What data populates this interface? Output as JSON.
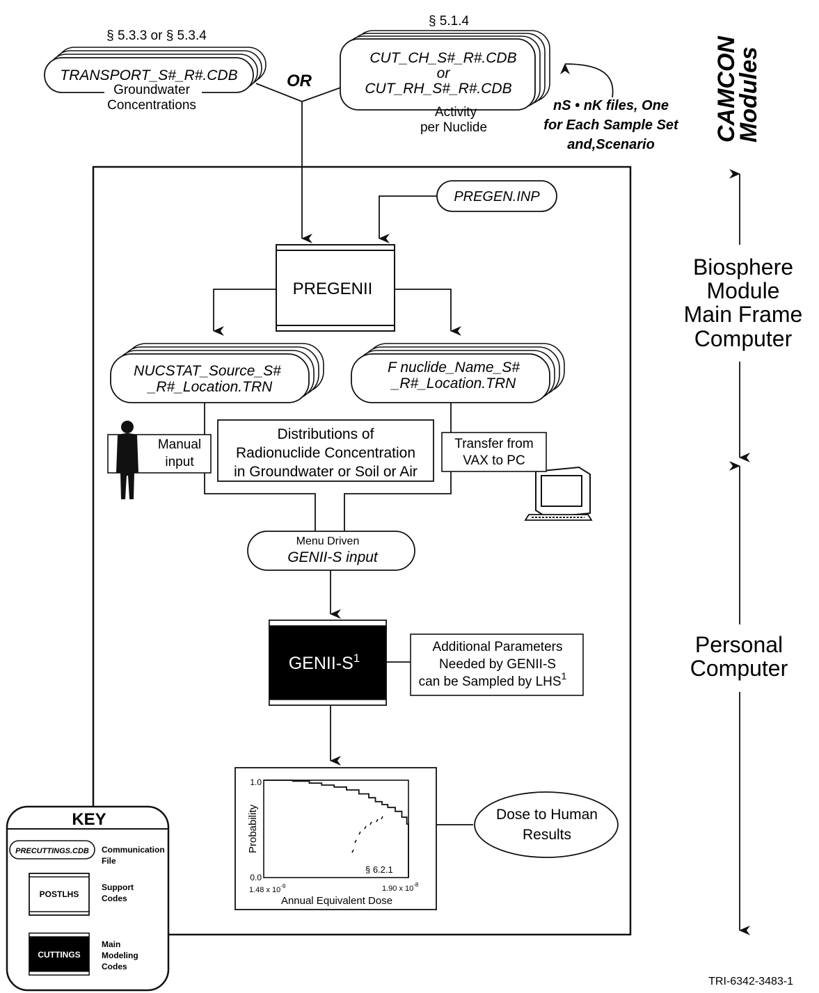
{
  "top_left": {
    "section_ref": "§ 5.3.3 or § 5.3.4",
    "file": "TRANSPORT_S#_R#.CDB",
    "caption_line1": "Groundwater",
    "caption_line2": "Concentrations"
  },
  "or_label": "OR",
  "top_right": {
    "section_ref": "§ 5.1.4",
    "file_line1": "CUT_CH_S#_R#.CDB",
    "file_or": "or",
    "file_line2": "CUT_RH_S#_R#.CDB",
    "caption_line1": "Activity",
    "caption_line2": "per Nuclide"
  },
  "files_note": {
    "line1": "nS • nK files, One",
    "line2": "for Each Sample Set",
    "line3": "and,Scenario"
  },
  "camcon": {
    "line1": "CAMCON",
    "line2": "Modules"
  },
  "side_labels": {
    "biosphere": [
      "Biosphere",
      "Module",
      "Main Frame",
      "Computer"
    ],
    "personal": [
      "Personal",
      "Computer"
    ]
  },
  "pregen_inp": "PREGEN.INP",
  "pregenii": "PREGENII",
  "nucstat": {
    "line1": "NUCSTAT_Source_S#",
    "line2": "_R#_Location.TRN"
  },
  "fnuclide": {
    "line1": "F nuclide_Name_S#",
    "line2": "_R#_Location.TRN"
  },
  "manual_input": {
    "line1": "Manual",
    "line2": "input"
  },
  "distributions": {
    "line1": "Distributions of",
    "line2": "Radionuclide Concentration",
    "line3": "in Groundwater or Soil or Air"
  },
  "transfer": {
    "line1": "Transfer from",
    "line2": "VAX to PC"
  },
  "genii_input": {
    "line1": "Menu Driven",
    "line2": "GENII-S  input"
  },
  "genii_s": {
    "label": "GENII-S",
    "sup": "1"
  },
  "additional": {
    "line1": "Additional Parameters",
    "line2": "Needed by GENII-S",
    "line3": "can be Sampled by LHS",
    "sup": "1"
  },
  "dose_results": {
    "line1": "Dose to Human",
    "line2": "Results"
  },
  "chart_data": {
    "type": "line",
    "title": "",
    "xlabel": "Annual Equivalent Dose",
    "ylabel": "Probability",
    "x_tick_labels": [
      "1.48 x 10",
      "1.90 x 10"
    ],
    "x_tick_exponents": [
      "-9",
      "-8"
    ],
    "y_tick_labels": [
      "0.0",
      "1.0"
    ],
    "annotation": "§ 6.2.1",
    "xlim": [
      1.48e-09,
      1.9e-08
    ],
    "ylim": [
      0,
      1
    ],
    "x": [
      1.48e-09,
      3e-09,
      5e-09,
      7e-09,
      8.5e-09,
      1e-08,
      1.15e-08,
      1.3e-08,
      1.42e-08,
      1.5e-08,
      1.58e-08,
      1.65e-08,
      1.74e-08,
      1.82e-08,
      1.88e-08,
      1.9e-08
    ],
    "y": [
      1.0,
      1.0,
      0.99,
      0.97,
      0.95,
      0.93,
      0.9,
      0.86,
      0.82,
      0.78,
      0.75,
      0.72,
      0.68,
      0.62,
      0.55,
      0.0
    ]
  },
  "key": {
    "title": "KEY",
    "communication_example": "PRECUTTINGS.CDB",
    "communication_label": [
      "Communication",
      "File"
    ],
    "support_example": "POSTLHS",
    "support_label": [
      "Support",
      "Codes"
    ],
    "main_example": "CUTTINGS",
    "main_label": [
      "Main",
      "Modeling",
      "Codes"
    ]
  },
  "figure_id": "TRI-6342-3483-1"
}
